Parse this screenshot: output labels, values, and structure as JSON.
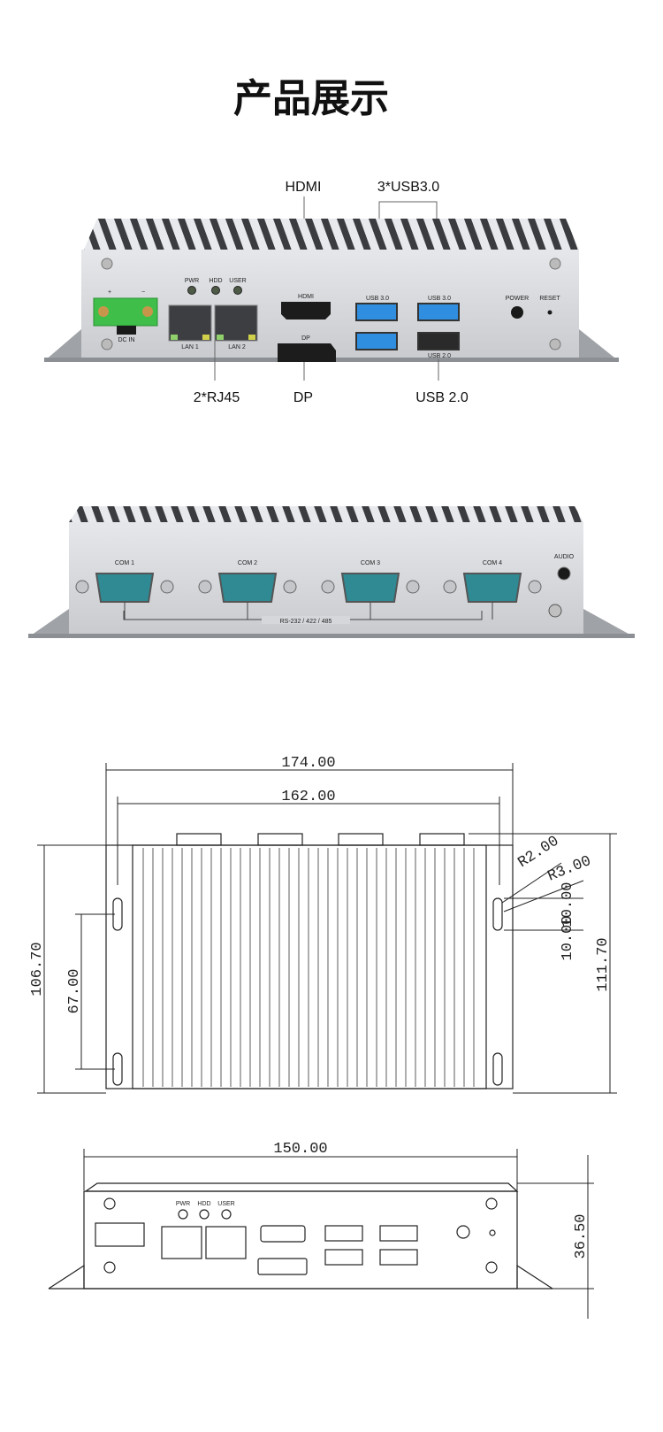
{
  "page_title": "产品展示",
  "front_view": {
    "callouts": {
      "hdmi": "HDMI",
      "usb30": "3*USB3.0",
      "rj45": "2*RJ45",
      "dp": "DP",
      "usb20": "USB 2.0"
    },
    "panel_labels": {
      "plus": "+",
      "minus": "−",
      "dc_in": "DC IN",
      "pwr": "PWR",
      "hdd": "HDD",
      "user": "USER",
      "lan1": "LAN 1",
      "lan2": "LAN 2",
      "hdmi": "HDMI",
      "dp": "DP",
      "usb30_a": "USB 3.0",
      "usb30_b": "USB 3.0",
      "usb20": "USB 2.0",
      "power": "POWER",
      "reset": "RESET"
    }
  },
  "rear_view": {
    "ports": [
      "COM 1",
      "COM 2",
      "COM 3",
      "COM 4"
    ],
    "audio": "AUDIO",
    "serial_note": "RS-232 / 422 / 485"
  },
  "top_drawing": {
    "overall_width": "174.00",
    "hole_spacing_width": "162.00",
    "overall_depth": "106.70",
    "hole_spacing_depth": "67.00",
    "total_depth": "111.70",
    "radius_small": "R2.00",
    "radius_large": "R3.00",
    "slot_a": "10.00",
    "slot_b": "10.00"
  },
  "front_drawing": {
    "width": "150.00",
    "height": "36.50",
    "labels": {
      "pwr": "PWR",
      "hdd": "HDD",
      "user": "USER"
    }
  },
  "colors": {
    "accent_green": "#3fbf4a",
    "usb3_blue": "#2f8ee0",
    "com_teal": "#2f8a94",
    "chassis": "#d9dbde"
  }
}
